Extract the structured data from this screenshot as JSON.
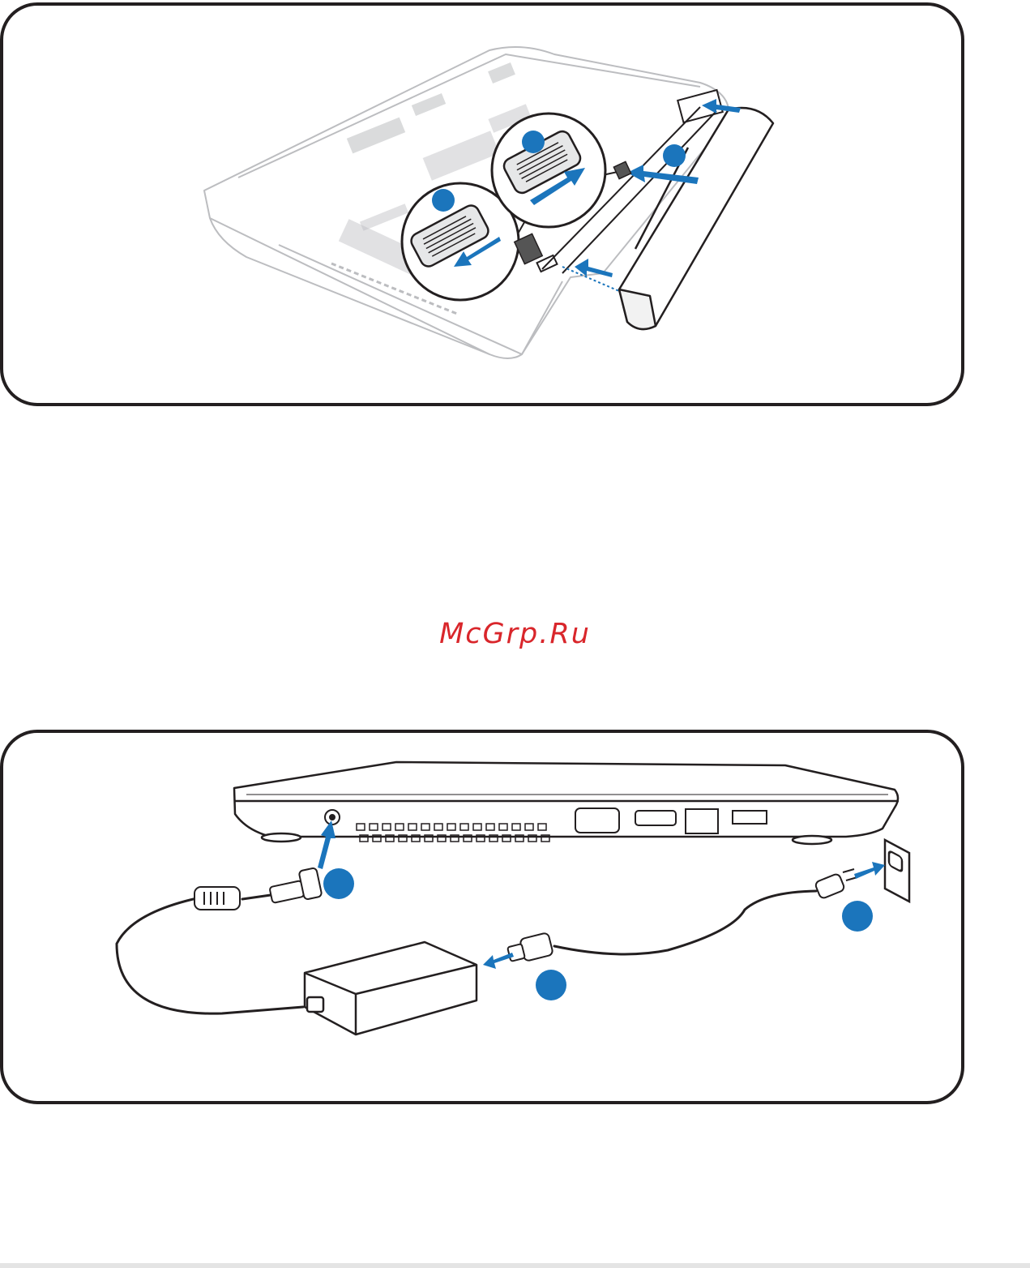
{
  "watermark": {
    "text": "McGrp.Ru",
    "color": "#d9262b"
  },
  "colors": {
    "accent": "#1b75bc",
    "line": "#231f20",
    "body_line": "#bcbdc0"
  },
  "figures": [
    {
      "id": "battery-installation",
      "step_marker_count": 3
    },
    {
      "id": "power-connection",
      "step_marker_count": 3
    }
  ]
}
